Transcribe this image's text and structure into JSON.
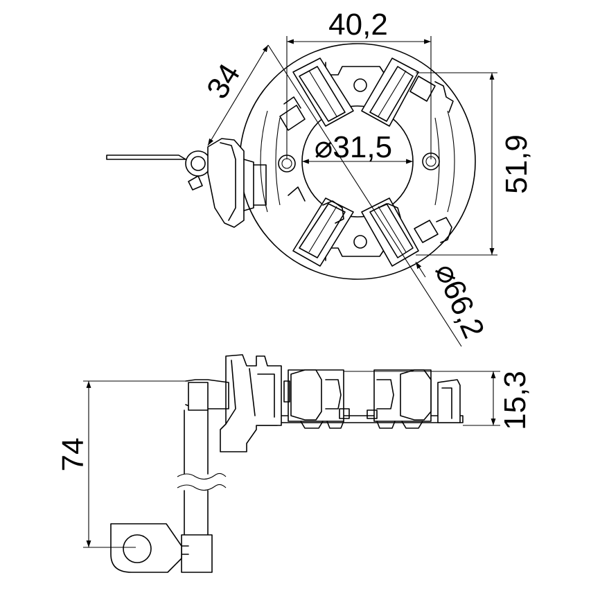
{
  "drawing": {
    "dimensions": {
      "width_top": "40,2",
      "diag": "34",
      "inner_dia": "⌀31,5",
      "height_right": "51,9",
      "outer_dia": "⌀66,2",
      "side_height": "15,3",
      "lead_length": "74"
    }
  }
}
